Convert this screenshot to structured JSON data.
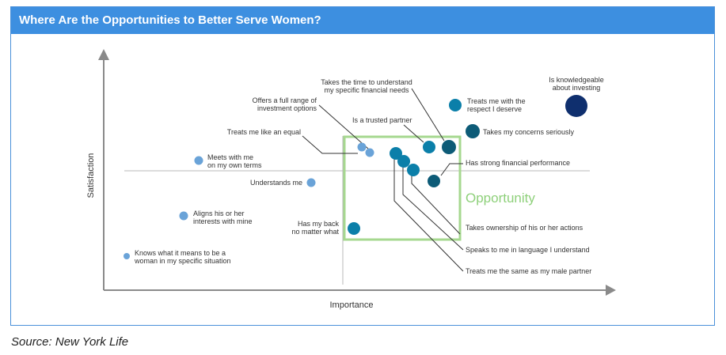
{
  "header": {
    "title": "Where Are the Opportunities to Better Serve Women?"
  },
  "source": "Source: New York Life",
  "chart_data": {
    "type": "scatter",
    "title": "Where Are the Opportunities to Better Serve Women?",
    "xlabel": "Importance",
    "ylabel": "Satisfaction",
    "region_label": "Opportunity",
    "points": [
      {
        "label": [
          "Knows what it means to be a",
          "woman in my specific situation"
        ],
        "importance": 0.05,
        "satisfaction": 0.2,
        "color": "#6aa3d8"
      },
      {
        "label": [
          "Aligns his or her",
          "interests with mine"
        ],
        "importance": 0.16,
        "satisfaction": 0.4,
        "color": "#6aa3d8"
      },
      {
        "label": [
          "Meets with me",
          "on my own terms"
        ],
        "importance": 0.19,
        "satisfaction": 0.62,
        "color": "#6aa3d8"
      },
      {
        "label": [
          "Understands me"
        ],
        "importance": 0.41,
        "satisfaction": 0.55,
        "color": "#6aa3d8"
      },
      {
        "label": [
          "Treats me like an equal"
        ],
        "importance": 0.51,
        "satisfaction": 0.68,
        "color": "#6aa3d8"
      },
      {
        "label": [
          "Offers a full range of",
          "investment options"
        ],
        "importance": 0.53,
        "satisfaction": 0.66,
        "color": "#6aa3d8"
      },
      {
        "label": [
          "Has my back",
          "no matter what"
        ],
        "importance": 0.5,
        "satisfaction": 0.34,
        "color": "#0b7fa9"
      },
      {
        "label": [
          "Treats me the same as my male partner"
        ],
        "importance": 0.58,
        "satisfaction": 0.66,
        "color": "#0b7fa9"
      },
      {
        "label": [
          "Speaks to me in language I understand"
        ],
        "importance": 0.6,
        "satisfaction": 0.62,
        "color": "#0b7fa9"
      },
      {
        "label": [
          "Takes ownership of his or her actions"
        ],
        "importance": 0.62,
        "satisfaction": 0.59,
        "color": "#0b7fa9"
      },
      {
        "label": [
          "Is a trusted partner"
        ],
        "importance": 0.66,
        "satisfaction": 0.69,
        "color": "#0b7fa9"
      },
      {
        "label": [
          "Has strong financial performance"
        ],
        "importance": 0.67,
        "satisfaction": 0.54,
        "color": "#0d5b77"
      },
      {
        "label": [
          "Takes the time to understand",
          "my specific financial needs"
        ],
        "importance": 0.69,
        "satisfaction": 0.69,
        "color": "#0d5b77"
      },
      {
        "label": [
          "Takes my concerns seriously"
        ],
        "importance": 0.73,
        "satisfaction": 0.75,
        "color": "#0d5b77"
      },
      {
        "label": [
          "Treats me with the",
          "respect I deserve"
        ],
        "importance": 0.7,
        "satisfaction": 0.86,
        "color": "#0b7fa9"
      },
      {
        "label": [
          "Is knowledgeable",
          "about investing"
        ],
        "importance": 0.94,
        "satisfaction": 0.86,
        "color": "#0f2f6e"
      }
    ]
  }
}
